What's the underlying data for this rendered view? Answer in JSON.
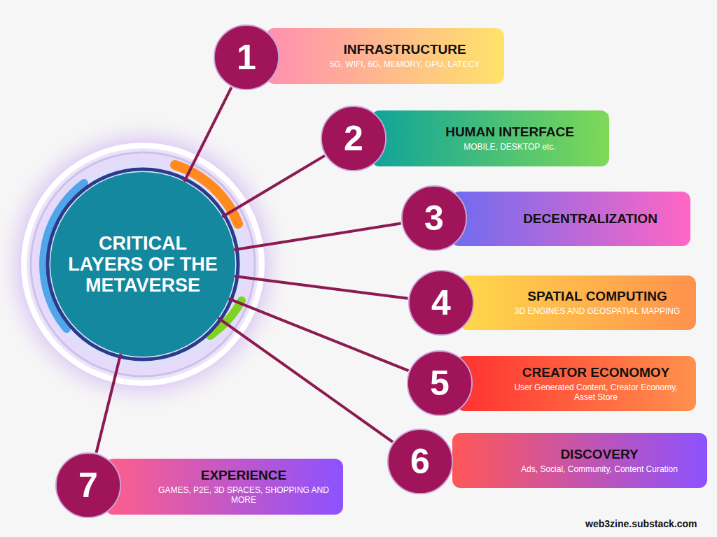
{
  "diagram": {
    "nodes": [
      {
        "text": [
          "CRITICAL LAYERS OF THE METAVERSE"
        ]
      },
      {
        "text": [
          "1"
        ]
      },
      {
        "text": [
          "INFRASTRUCTURE",
          "5G, WIFI, 6G, MEMORY, GPU, LATECY"
        ]
      },
      {
        "text": [
          "2"
        ]
      },
      {
        "text": [
          "HUMAN INTERFACE",
          "MOBILE, DESKTOP etc."
        ]
      },
      {
        "text": [
          "3"
        ]
      },
      {
        "text": [
          "DECENTRALIZATION"
        ]
      },
      {
        "text": [
          "4"
        ]
      },
      {
        "text": [
          "SPATIAL COMPUTING",
          "3D ENGINES AND GEOSPATIAL MAPPING"
        ]
      },
      {
        "text": [
          "5"
        ]
      },
      {
        "text": [
          "CREATOR ECONOMOY",
          "User Generated Content, Creator Economy, Asset Store"
        ]
      },
      {
        "text": [
          "6"
        ]
      },
      {
        "text": [
          "DISCOVERY",
          "Ads, Social, Community, Content Curation"
        ]
      },
      {
        "text": [
          "7"
        ]
      },
      {
        "text": [
          "EXPERIENCE",
          "GAMES, P2E, 3D SPACES, SHOPPING AND MORE"
        ]
      }
    ],
    "edges": [
      {
        "from": 0,
        "to": 1,
        "arrow": "none"
      },
      {
        "from": 0,
        "to": 3,
        "arrow": "none"
      },
      {
        "from": 0,
        "to": 5,
        "arrow": "none"
      },
      {
        "from": 0,
        "to": 7,
        "arrow": "none"
      },
      {
        "from": 0,
        "to": 9,
        "arrow": "none"
      },
      {
        "from": 0,
        "to": 11,
        "arrow": "none"
      },
      {
        "from": 0,
        "to": 13,
        "arrow": "none"
      }
    ],
    "labels": [
      "web3zine.substack.com"
    ]
  }
}
